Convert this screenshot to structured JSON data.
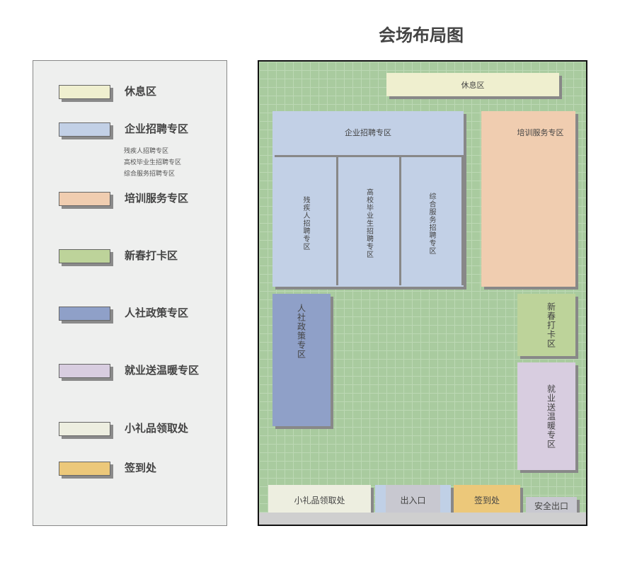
{
  "title": "会场布局图",
  "legend": [
    {
      "label": "休息区",
      "color": "#efefcf"
    },
    {
      "label": "企业招聘专区",
      "color": "#c2d0e6",
      "sub": [
        "残疾人招聘专区",
        "高校毕业生招聘专区",
        "综合服务招聘专区"
      ]
    },
    {
      "label": "培训服务专区",
      "color": "#f0cdb0"
    },
    {
      "label": "新春打卡区",
      "color": "#bdd39a"
    },
    {
      "label": "人社政策专区",
      "color": "#8fa0c8"
    },
    {
      "label": "就业送温暖专区",
      "color": "#d8cde0"
    },
    {
      "label": "小礼品领取处",
      "color": "#edeee0"
    },
    {
      "label": "签到处",
      "color": "#ecc87a"
    }
  ],
  "map": {
    "rest": "休息区",
    "recruit": "企业招聘专区",
    "recruit_sub": [
      "残疾人招聘专区",
      "高校毕业生招聘专区",
      "综合服务招聘专区"
    ],
    "training": "培训服务专区",
    "policy": "人社政策专区",
    "spring": "新春打卡区",
    "warm": "就业送温暖专区",
    "gift": "小礼品领取处",
    "entrance": "出入口",
    "signin": "签到处",
    "exit": "安全出口"
  }
}
